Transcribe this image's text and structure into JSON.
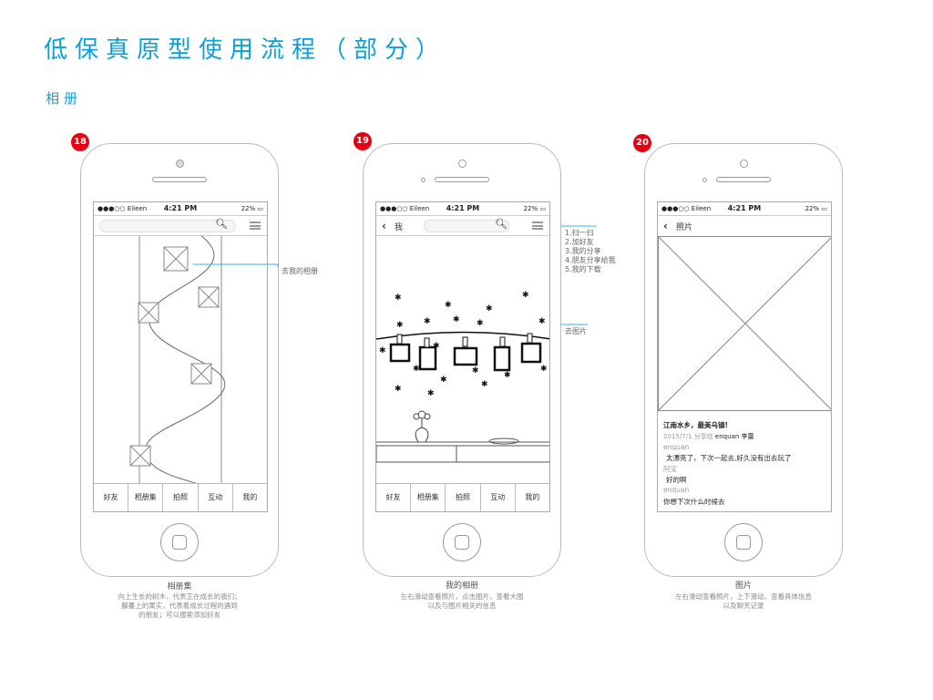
{
  "title": "低保真原型使用流程（部分）",
  "subtitle": "相册",
  "status_bar": {
    "carrier": "●●●○○ Eileen",
    "time": "4:21 PM",
    "battery": "22%"
  },
  "phones": [
    {
      "step": "18",
      "tabs": [
        "好友",
        "相册集",
        "拍照",
        "互动",
        "我的"
      ],
      "annotation": "去我的相册",
      "caption": "相册集",
      "description": [
        "向上生长的树木，代表正在成长的我们；",
        "藤蔓上的果实，代表着成长过程的遇到",
        "的朋友；可以搜索添加好友"
      ]
    },
    {
      "step": "19",
      "nav_label": "我",
      "tabs": [
        "好友",
        "相册集",
        "拍照",
        "互动",
        "我的"
      ],
      "menu_annotations": [
        "1.扫一扫",
        "2.加好友",
        "3.我的分享",
        "4.朋友分享给我",
        "5.我的下载"
      ],
      "photo_annotation": "去图片",
      "caption": "我的相册",
      "description": [
        "左右滑动查看照片，点击图片，查看大图",
        "以及与图片相关的信息"
      ]
    },
    {
      "step": "20",
      "nav_label": "照片",
      "photo_title": "江南水乡，最美乌镇!",
      "meta_date": "2015/7/1",
      "meta_share": "分享给",
      "meta_users": "enquan   李蕾",
      "comments": [
        {
          "user": "enquan",
          "text": "太漂亮了，下次一起去,好久没有出去玩了"
        },
        {
          "user": "阿宝",
          "text": "好的啊"
        },
        {
          "user": "enquan",
          "text": "你想下次什么时候去"
        }
      ],
      "caption": "图片",
      "description": [
        "左右滑动查看照片，上下滑动，查看具体信息",
        "以及聊天记录"
      ]
    }
  ],
  "colors": {
    "accent": "#0aa0d8",
    "badge": "#e60012",
    "annotation_line": "#3ab6e6"
  }
}
